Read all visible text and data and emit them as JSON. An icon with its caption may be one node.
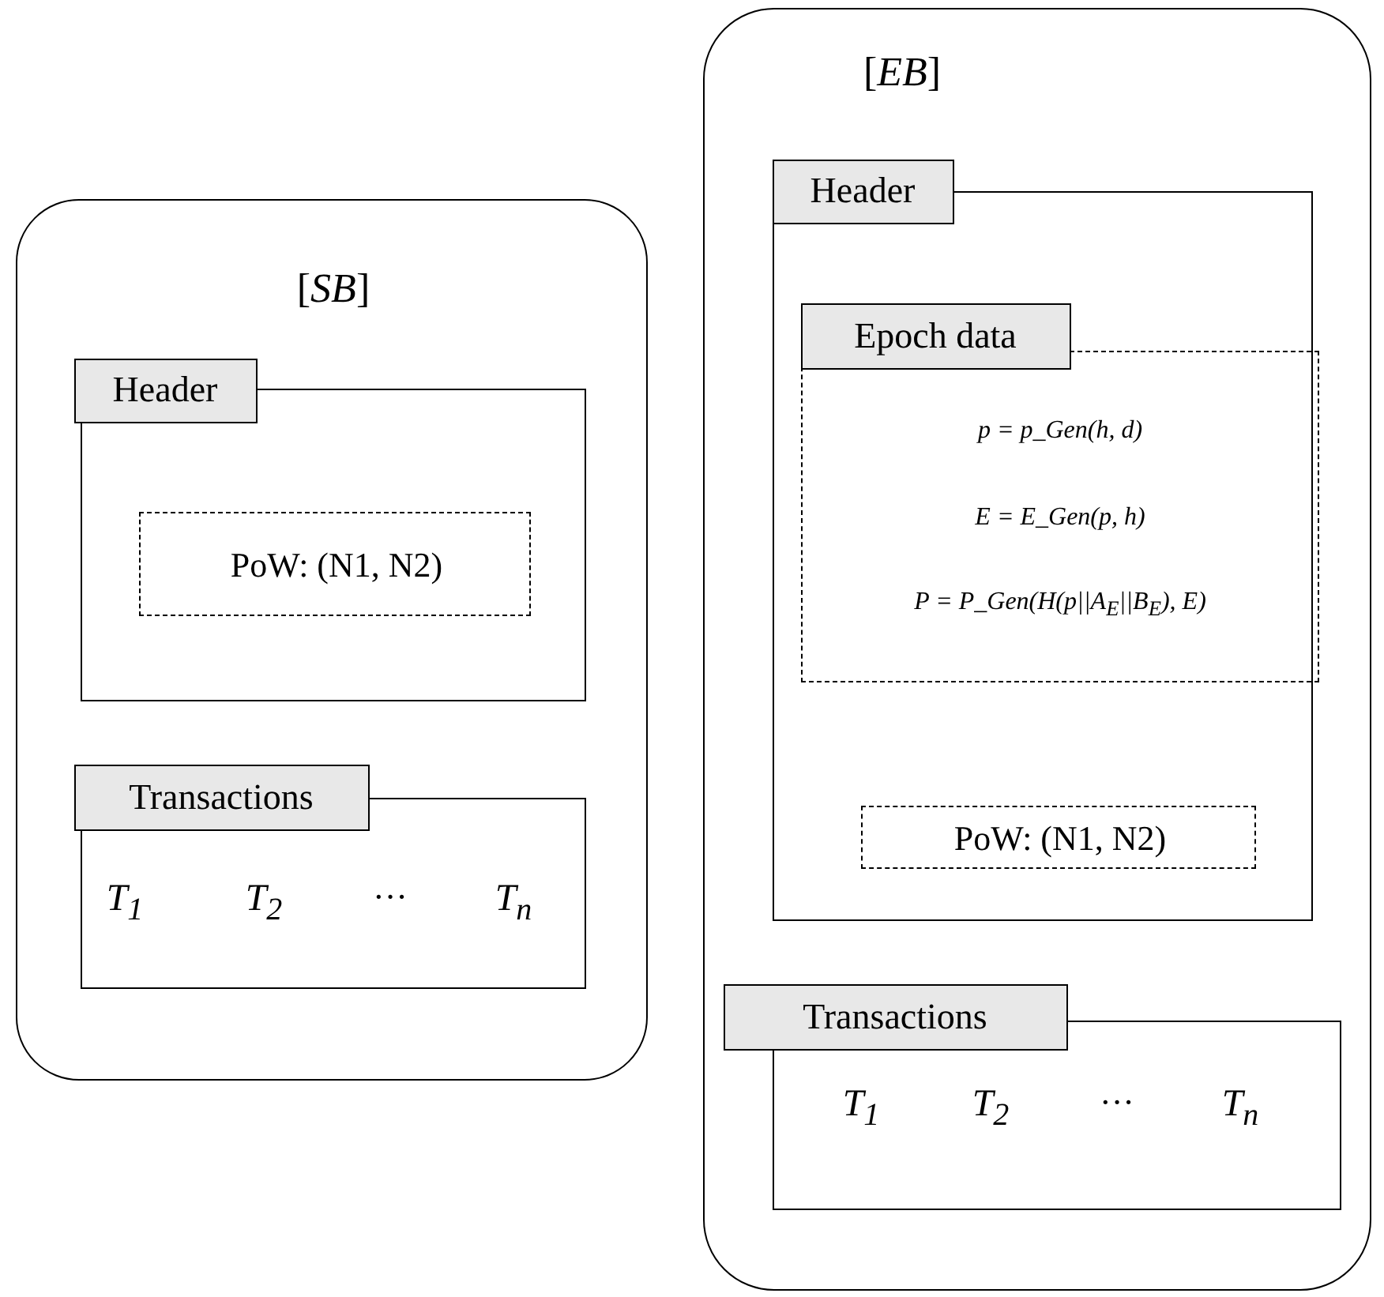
{
  "diagram": {
    "nodes": [
      {
        "text": [
          "[*SB*]"
        ]
      },
      {
        "text": [
          "Header"
        ],
        "in": 0
      },
      {
        "text": [
          "PoW: (N1, N2)"
        ],
        "in": 1
      },
      {
        "text": [
          "Transactions",
          "T$_{1}$",
          "T$_{2}$",
          "···",
          "T$_{n}$"
        ],
        "in": 0
      },
      {
        "text": [
          "[*EB*]"
        ]
      },
      {
        "text": [
          "Header"
        ],
        "in": 4
      },
      {
        "text": [
          "Epoch data",
          "p = p_Gen(h, d)",
          "E = E_Gen(p, h)",
          "P = P_Gen(H(p||A$_{E}$||B$_{E}$), E)"
        ],
        "in": 5
      },
      {
        "text": [
          "PoW: (N1, N2)"
        ],
        "in": 5
      },
      {
        "text": [
          "Transactions",
          "T$_{1}$",
          "T$_{2}$",
          "···",
          "T$_{n}$"
        ],
        "in": 4
      }
    ]
  }
}
